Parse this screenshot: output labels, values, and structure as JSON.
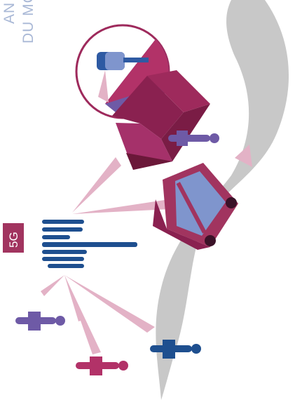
{
  "header": {
    "line1": "AN",
    "line2": "DU MC"
  },
  "badge": {
    "label": "5G"
  },
  "colors": {
    "road": "#c8c8c8",
    "magenta": "#9e2a5c",
    "magenta_light": "#d993ad",
    "ray": "#d59ab2",
    "navy": "#1e4f8f",
    "vehicle_glass": "#7f95cd",
    "header_text": "#a9b8d6"
  }
}
